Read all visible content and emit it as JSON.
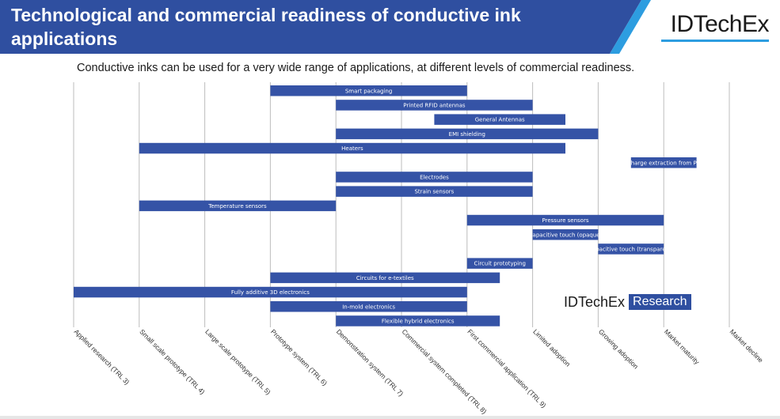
{
  "header": {
    "title": "Technological and commercial readiness of conductive ink applications",
    "logo": "IDTechEx",
    "colors": {
      "band": "#2f4fa0",
      "accent": "#2d9de0"
    }
  },
  "subtitle": "Conductive inks can be used for a very wide range of applications, at different levels of commercial readiness.",
  "watermark": {
    "brand": "IDTechEx",
    "label": "Research"
  },
  "chart_data": {
    "type": "bar",
    "orientation": "horizontal-range",
    "bar_color": "#3553a6",
    "grid": true,
    "stages": [
      "Applied research (TRL 3)",
      "Small scale prototype (TRL 4)",
      "Large scale prototype (TRL 5)",
      "Prototype system (TRL 6)",
      "Demonstration system (TRL 7)",
      "Commercial system completed (TRL 8)",
      "First commercial application (TRL 9)",
      "Limited adoption",
      "Growing adoption",
      "Market maturity",
      "Market decline"
    ],
    "bars": [
      {
        "label": "Smart packaging",
        "start": 3,
        "end": 6
      },
      {
        "label": "Printed RFID antennas",
        "start": 4,
        "end": 7
      },
      {
        "label": "General Antennas",
        "start": 5.5,
        "end": 7.5
      },
      {
        "label": "EMI shielding",
        "start": 4,
        "end": 8
      },
      {
        "label": "Heaters",
        "start": 1,
        "end": 7.5
      },
      {
        "label": "Charge extraction from PV",
        "start": 8.5,
        "end": 9.5
      },
      {
        "label": "Electrodes",
        "start": 4,
        "end": 7
      },
      {
        "label": "Strain sensors",
        "start": 4,
        "end": 7
      },
      {
        "label": "Temperature sensors",
        "start": 1,
        "end": 4
      },
      {
        "label": "Pressure sensors",
        "start": 6,
        "end": 9
      },
      {
        "label": "Capacitive touch (opaque)",
        "start": 7,
        "end": 8
      },
      {
        "label": "Capacitive touch (transparent)",
        "start": 8,
        "end": 9
      },
      {
        "label": "Circuit prototyping",
        "start": 6,
        "end": 7
      },
      {
        "label": "Circuits for e-textiles",
        "start": 3,
        "end": 6.5
      },
      {
        "label": "Fully additive 3D electronics",
        "start": 0,
        "end": 6
      },
      {
        "label": "In-mold electronics",
        "start": 3,
        "end": 6
      },
      {
        "label": "Flexible hybrid electronics",
        "start": 4,
        "end": 6.5
      }
    ]
  }
}
